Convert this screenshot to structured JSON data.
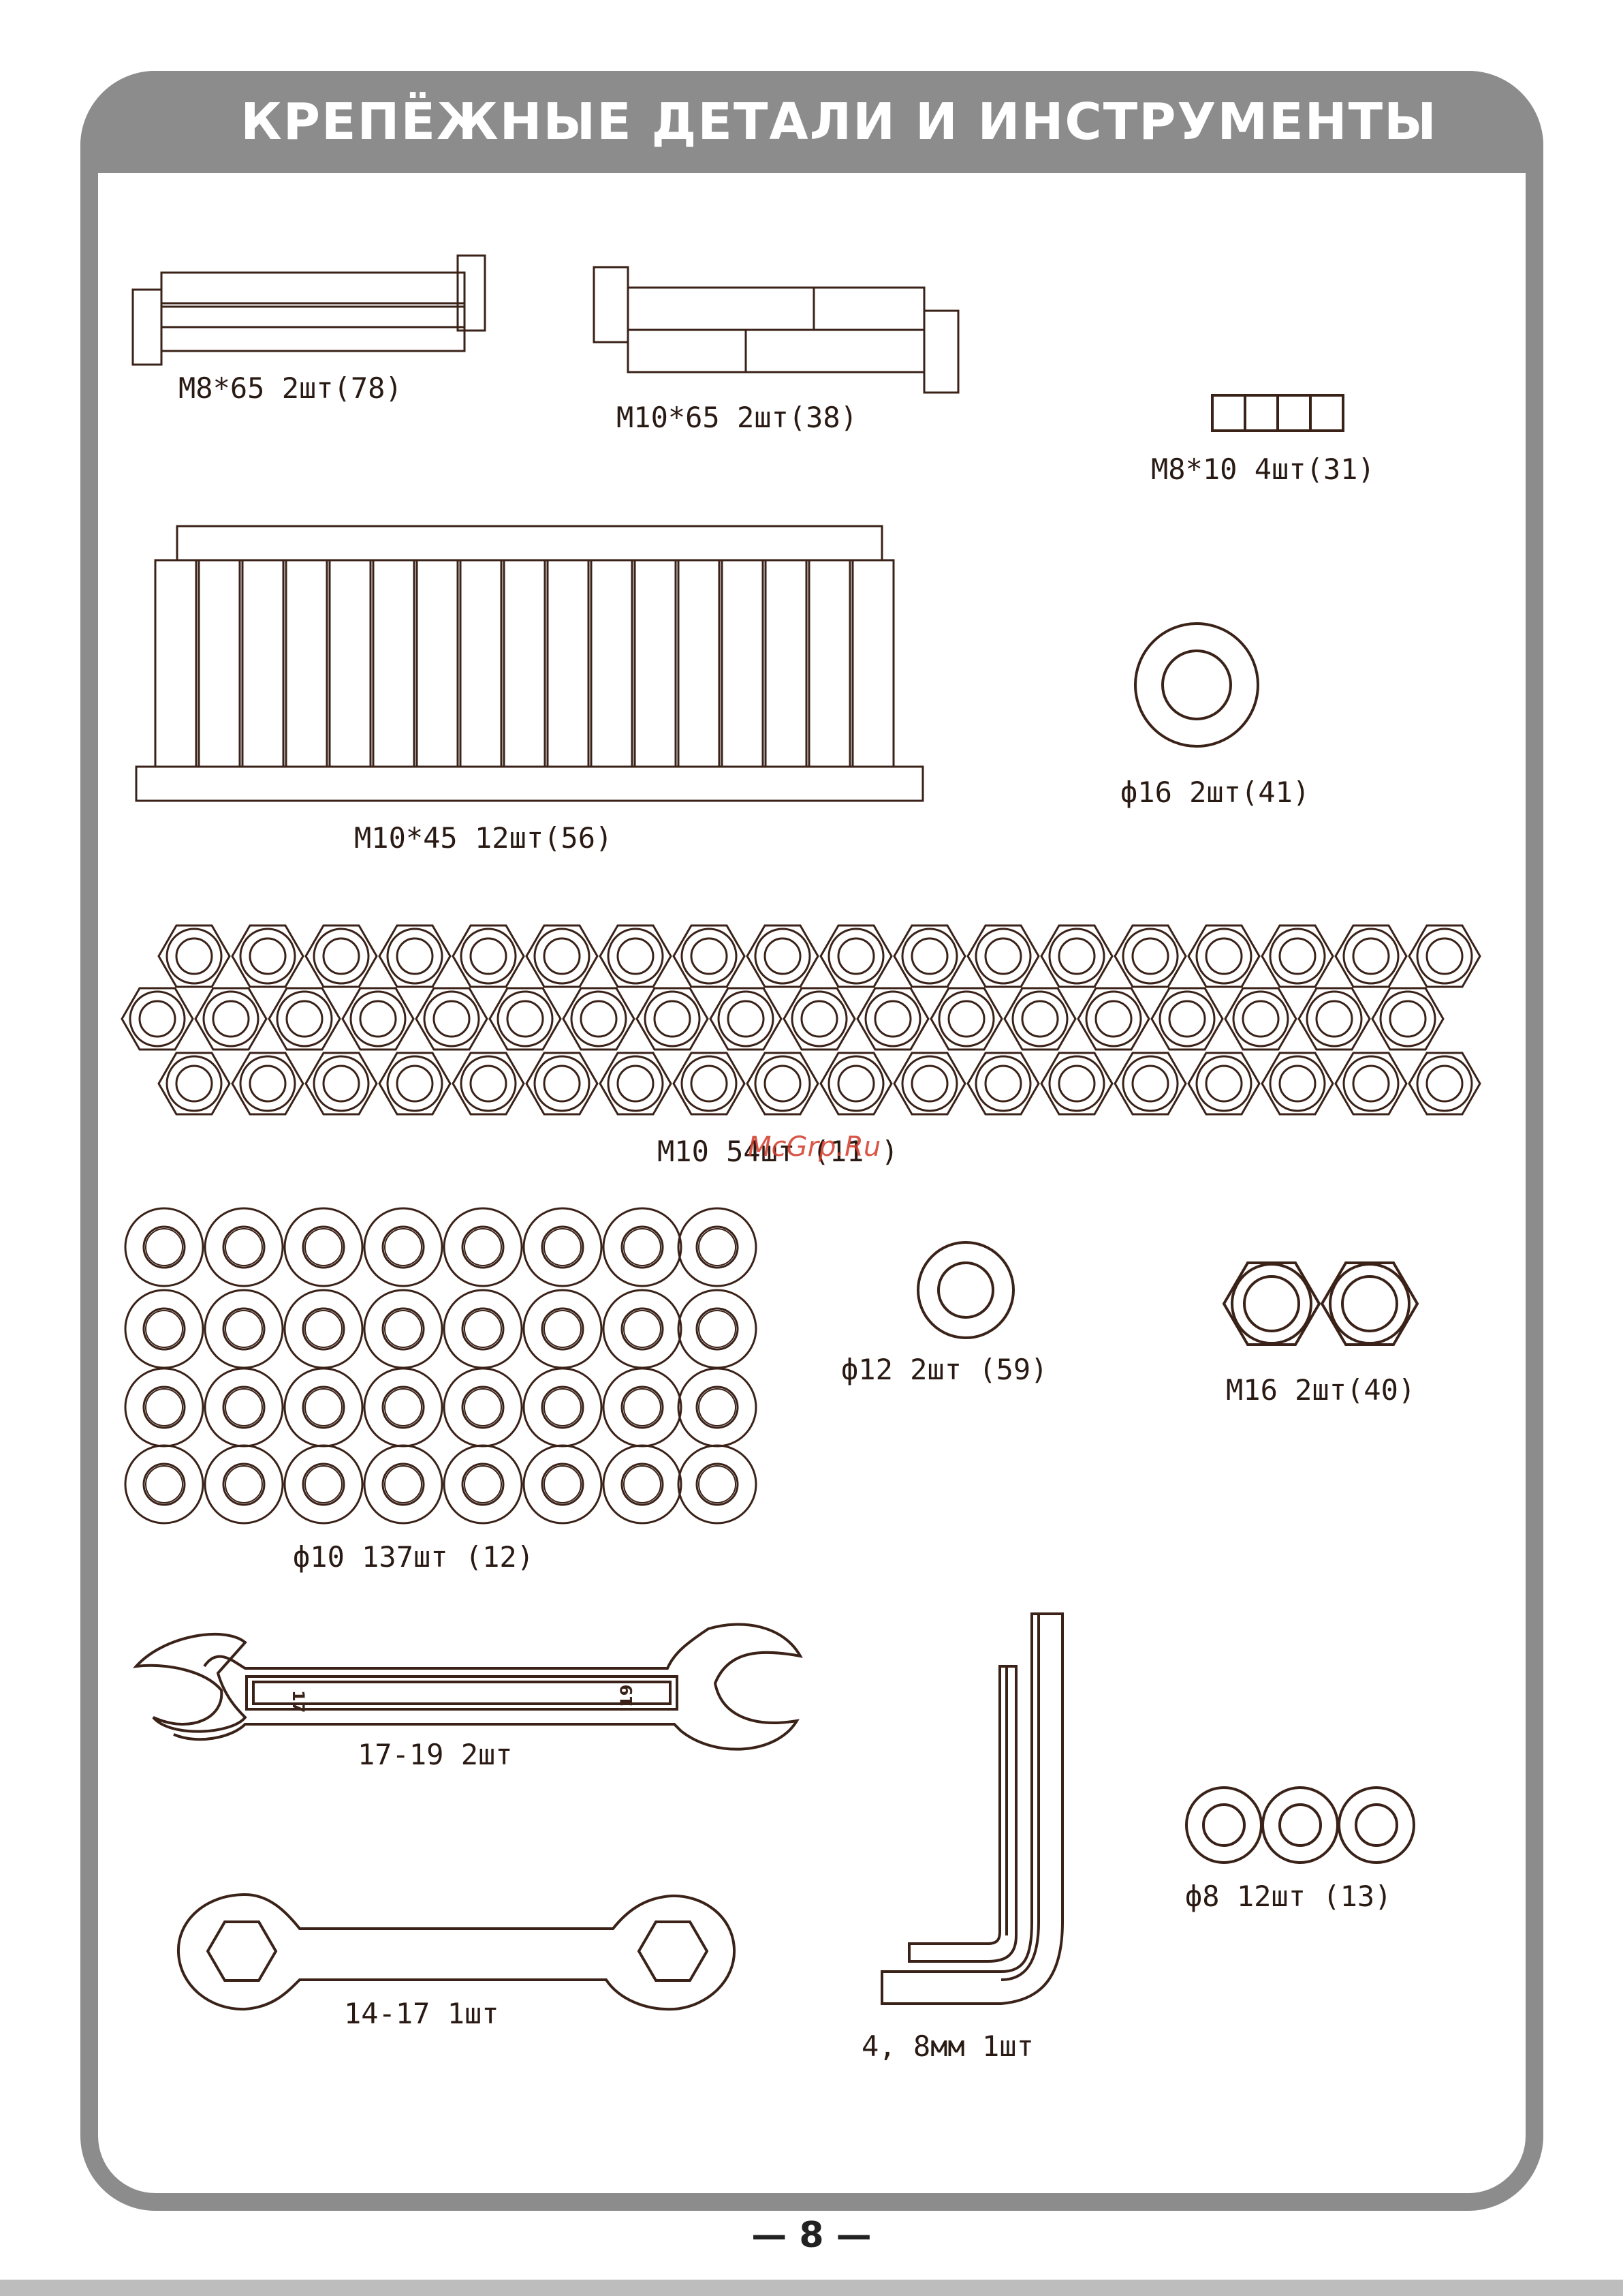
{
  "header": {
    "title": "КРЕПЁЖНЫЕ ДЕТАЛИ И ИНСТРУМЕНТЫ"
  },
  "parts": {
    "bolt_m8_65": "M8*65 2шт(78)",
    "bolt_m10_65": "M10*65 2шт(38)",
    "screw_m8_10": "M8*10 4шт(31)",
    "bolt_m10_45": "M10*45 12шт(56)",
    "washer_16": "ф16 2шт(41)",
    "nut_m10": "M10 54шт (11 )",
    "washer_10": "ф10 137шт (12)",
    "washer_12": "ф12 2шт (59)",
    "nut_m16": "M16 2шт(40)",
    "wrench_17_19": "17-19 2шт",
    "wrench_14_17": "14-17 1шт",
    "hex_key": "4, 8мм 1шт",
    "washer_8": "ф8 12шт (13)"
  },
  "wrench_marks": {
    "left": "17",
    "right": "19"
  },
  "watermark": "McGrp.Ru",
  "footer": {
    "page": "— 8 —"
  },
  "colors": {
    "frame": "#8c8c8c",
    "line": "#3a2218",
    "watermark": "#d23a2a"
  }
}
